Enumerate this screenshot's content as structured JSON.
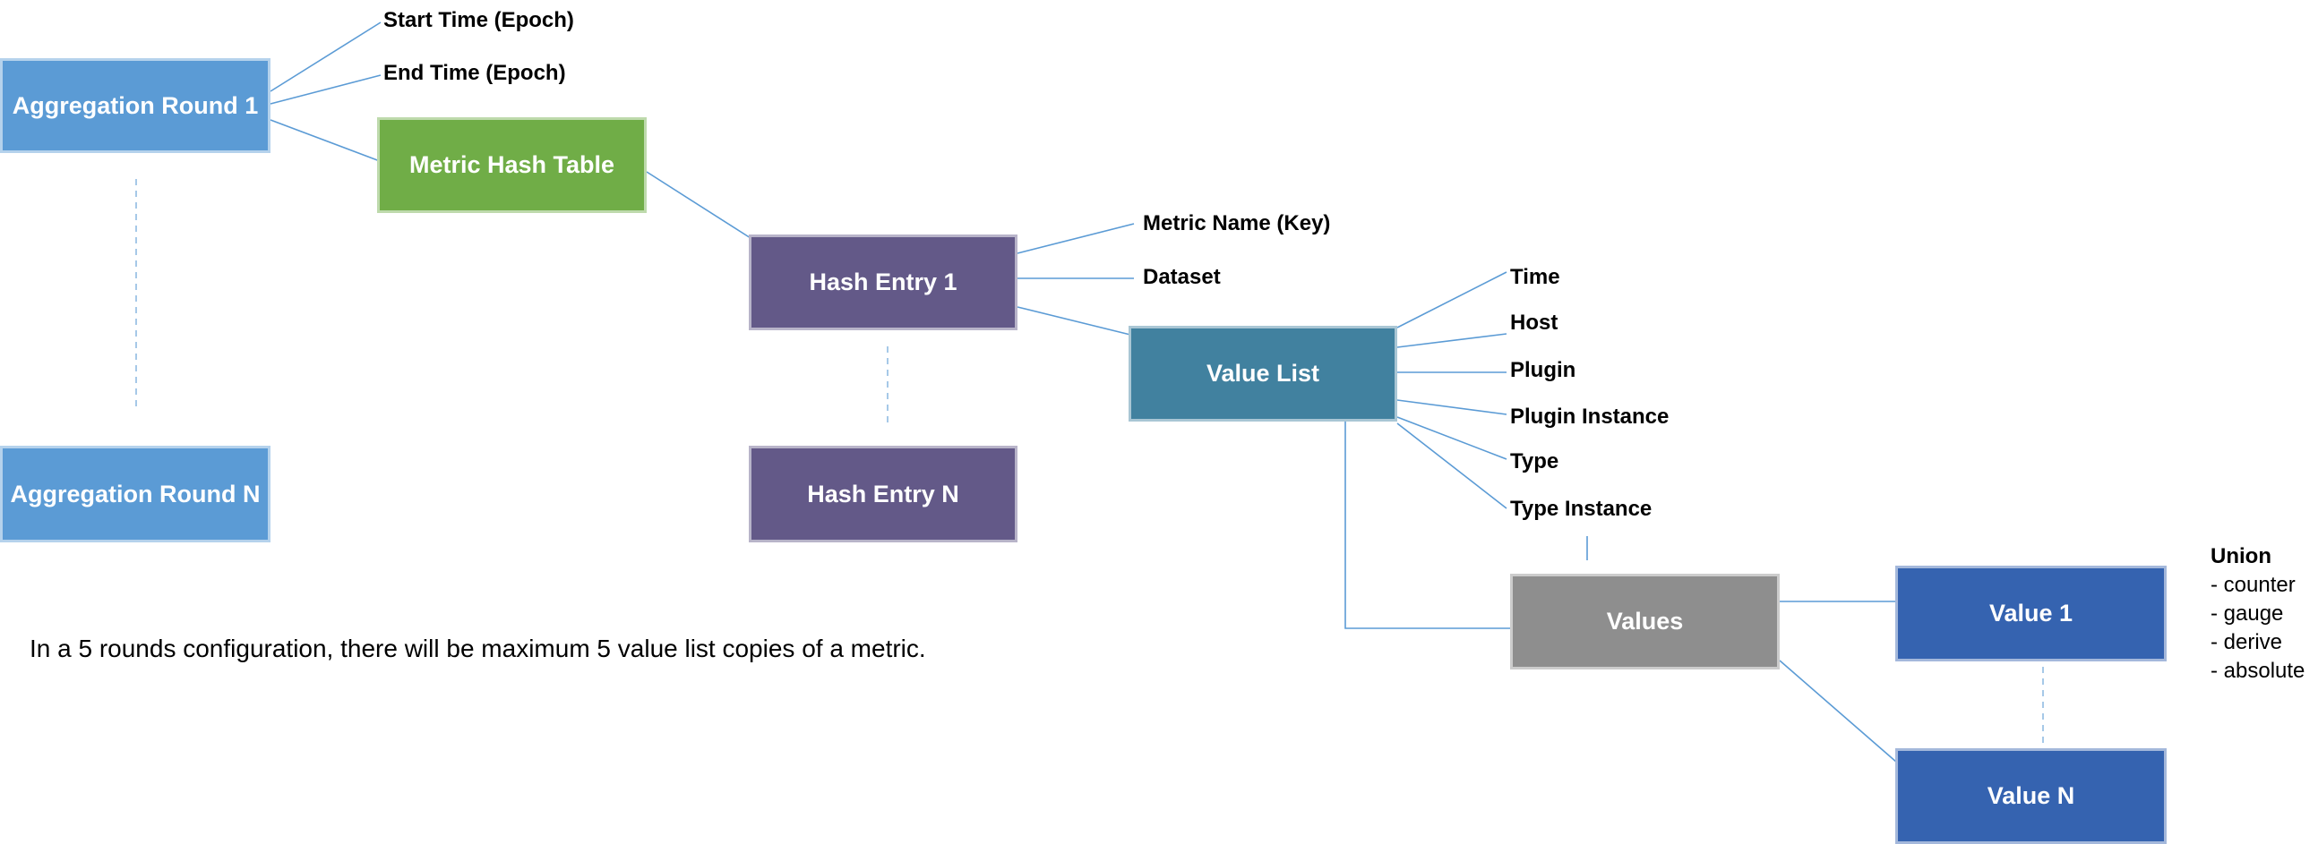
{
  "colors": {
    "aggregation_round": "#5B9BD5",
    "metric_hash_table": "#70AD47",
    "hash_entry": "#635988",
    "value_list": "#41819F",
    "values": "#8E8E8E",
    "value": "#3563B0",
    "connector": "#5B9BD5"
  },
  "nodes": {
    "aggregation_round_1": "Aggregation Round 1",
    "aggregation_round_n": "Aggregation Round N",
    "metric_hash_table": "Metric Hash Table",
    "hash_entry_1": "Hash Entry 1",
    "hash_entry_n": "Hash Entry N",
    "value_list": "Value List",
    "values": "Values",
    "value_1": "Value 1",
    "value_n": "Value N"
  },
  "labels": {
    "start_time": "Start Time (Epoch)",
    "end_time": "End Time (Epoch)",
    "metric_name": "Metric Name (Key)",
    "dataset": "Dataset",
    "time": "Time",
    "host": "Host",
    "plugin": "Plugin",
    "plugin_instance": "Plugin Instance",
    "type": "Type",
    "type_instance": "Type Instance"
  },
  "union": {
    "title": "Union",
    "items": [
      "- counter",
      "- gauge",
      "- derive",
      "- absolute"
    ]
  },
  "note": "In a 5 rounds configuration, there will be maximum 5 value list copies of a metric."
}
